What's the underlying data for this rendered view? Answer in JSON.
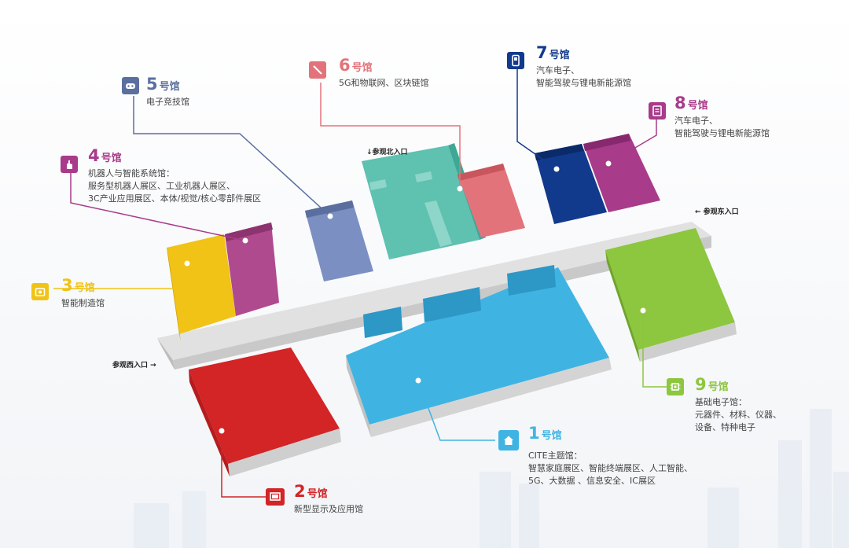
{
  "colors": {
    "hall1": "#3fb4e2",
    "hall2": "#d32426",
    "hall3": "#f0c316",
    "hall4": "#b04a8e",
    "hall5": "#7b8fc2",
    "hall6": "#e3737a",
    "hall7": "#123a8c",
    "hall8": "#a83b8a",
    "hall9": "#8dc63f",
    "teal": "#5fc1b0",
    "corridor": "#d8d8d8"
  },
  "halls": [
    {
      "id": "1",
      "number": "1",
      "unit": "号馆",
      "lines": [
        "CITE主题馆：",
        "智慧家庭展区、智能终端展区、人工智能、",
        "5G、大数据 、信息安全、IC展区"
      ],
      "color": "#3fb4e2",
      "icon": "home-icon"
    },
    {
      "id": "2",
      "number": "2",
      "unit": "号馆",
      "lines": [
        "新型显示及应用馆"
      ],
      "color": "#d32426",
      "icon": "display-icon"
    },
    {
      "id": "3",
      "number": "3",
      "unit": "号馆",
      "lines": [
        "智能制造馆"
      ],
      "color": "#f0c316",
      "icon": "factory-icon"
    },
    {
      "id": "4",
      "number": "4",
      "unit": "号馆",
      "lines": [
        "机器人与智能系统馆：",
        "服务型机器人展区、工业机器人展区、",
        "3C产业应用展区、本体/视觉/核心零部件展区"
      ],
      "color": "#a83b8a",
      "icon": "robot-hand-icon"
    },
    {
      "id": "5",
      "number": "5",
      "unit": "号馆",
      "lines": [
        "电子竞技馆"
      ],
      "color": "#5b6f9e",
      "icon": "gamepad-icon"
    },
    {
      "id": "6",
      "number": "6",
      "unit": "号馆",
      "lines": [
        "5G和物联网、区块链馆"
      ],
      "color": "#e3737a",
      "icon": "signal-icon"
    },
    {
      "id": "7",
      "number": "7",
      "unit": "号馆",
      "lines": [
        "汽车电子、",
        "智能驾驶与锂电新能源馆"
      ],
      "color": "#123a8c",
      "icon": "device-icon"
    },
    {
      "id": "8",
      "number": "8",
      "unit": "号馆",
      "lines": [
        "汽车电子、",
        "智能驾驶与锂电新能源馆"
      ],
      "color": "#a83b8a",
      "icon": "battery-icon"
    },
    {
      "id": "9",
      "number": "9",
      "unit": "号馆",
      "lines": [
        "基础电子馆：",
        "元器件、材料、仪器、",
        "设备、特种电子"
      ],
      "color": "#8dc63f",
      "icon": "chip-icon"
    }
  ],
  "entrances": {
    "north": "↓参观北入口",
    "east": "← 参观东入口",
    "west": "参观西入口 →"
  }
}
